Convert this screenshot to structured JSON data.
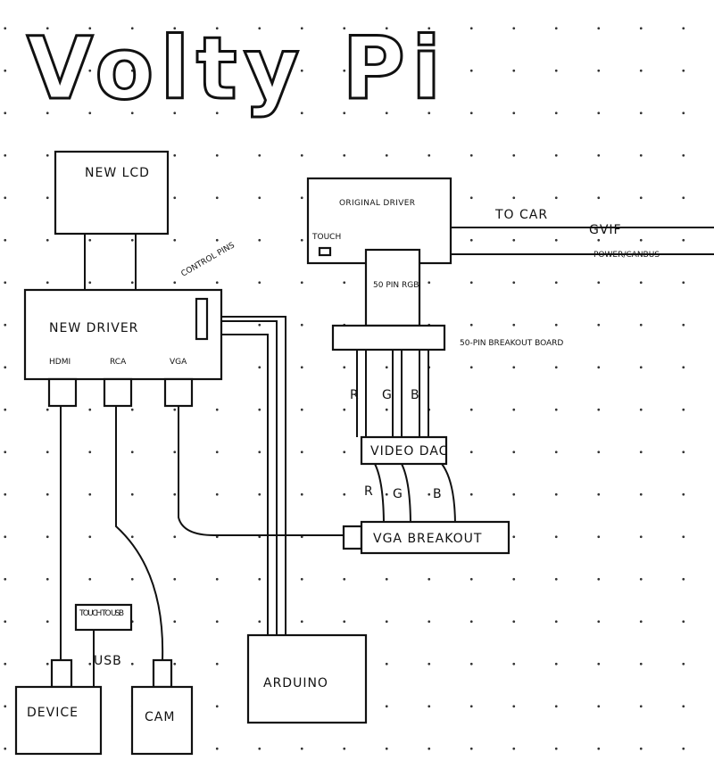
{
  "logo": {
    "text": "Volty Pi"
  },
  "blocks": {
    "new_lcd": "NEW LCD",
    "new_driver": "NEW DRIVER",
    "control_pins": "CONTROL PINS",
    "ports": [
      "HDMI",
      "RCA",
      "VGA"
    ],
    "original_driver": "ORIGINAL DRIVER",
    "touch": "TOUCH",
    "to_car": "TO CAR",
    "gvif": "GVIF",
    "power_canbus": "POWER/CANBUS",
    "rgb_50pin": "50 PIN RGB",
    "breakout_board": "50-PIN BREAKOUT BOARD",
    "rgb_top": [
      "R",
      "G",
      "B"
    ],
    "video_dac": "VIDEO DAC",
    "rgb_bottom": [
      "R",
      "G",
      "B"
    ],
    "vga_breakout": "VGA BREAKOUT",
    "arduino": "ARDUINO",
    "touch_to_usb": "TOUCH TO USB",
    "usb": "USB",
    "device": "DEVICE",
    "cam": "CAM"
  }
}
